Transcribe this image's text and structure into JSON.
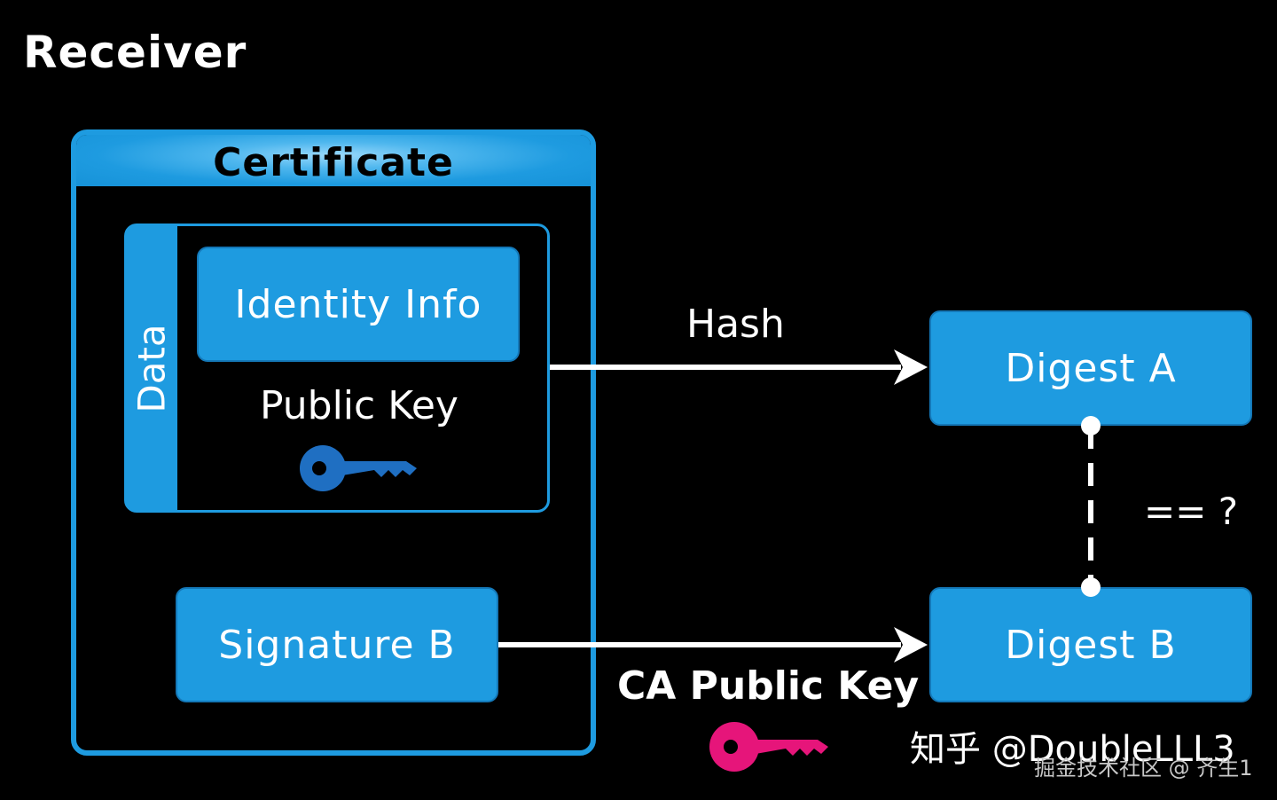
{
  "diagram": {
    "title": "Receiver",
    "certificate_label": "Certificate",
    "data_label": "Data",
    "identity_label": "Identity Info",
    "public_key_label": "Public Key",
    "signature_label": "Signature B",
    "hash_label": "Hash",
    "ca_key_label": "CA Public Key",
    "digest_a_label": "Digest A",
    "digest_b_label": "Digest B",
    "compare_label": "== ?"
  },
  "watermark": {
    "main": "知乎 @DoubleLLL3",
    "sub": "掘金技术社区 @ 齐生1"
  },
  "colors": {
    "background": "#000000",
    "box_blue": "#1e9be0",
    "key_blue": "#1f6fc2",
    "key_pink": "#e6157a",
    "arrow": "#ffffff"
  },
  "icons": {
    "public_key": "key-icon",
    "ca_public_key": "key-icon"
  }
}
